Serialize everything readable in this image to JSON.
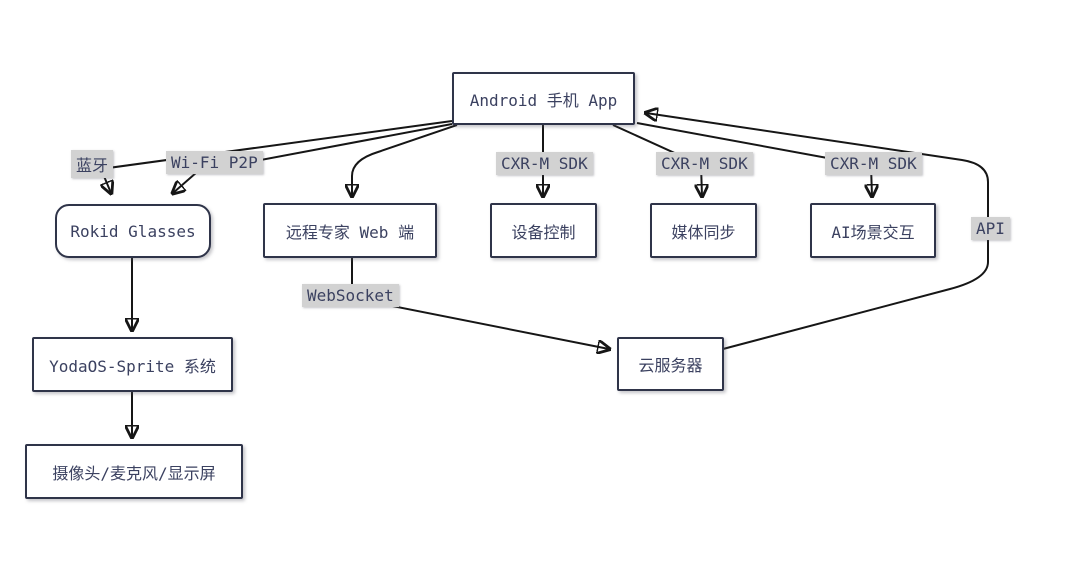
{
  "diagram": {
    "title": "Rokid Glasses Android App architecture flowchart",
    "colors": {
      "background": "#ffffff",
      "node_border": "#2f3449",
      "node_fill": "#ffffff",
      "node_text": "#3b4160",
      "edge_line": "#161616",
      "edge_label_bg": "#d2d2d2",
      "edge_label_text": "#3b4160"
    },
    "nodes": [
      {
        "id": "android-app",
        "label": "Android 手机 App"
      },
      {
        "id": "rokid-glasses",
        "label": "Rokid Glasses"
      },
      {
        "id": "remote-expert-web",
        "label": "远程专家 Web 端"
      },
      {
        "id": "device-control",
        "label": "设备控制"
      },
      {
        "id": "media-sync",
        "label": "媒体同步"
      },
      {
        "id": "ai-scene",
        "label": "AI场景交互"
      },
      {
        "id": "yodaos-sprite",
        "label": "YodaOS-Sprite 系统"
      },
      {
        "id": "camera-mic-display",
        "label": "摄像头/麦克风/显示屏"
      },
      {
        "id": "cloud-server",
        "label": "云服务器"
      }
    ],
    "edge_labels": [
      {
        "id": "bluetooth",
        "text": "蓝牙"
      },
      {
        "id": "wifi-p2p",
        "text": "Wi-Fi P2P"
      },
      {
        "id": "cxr-m-sdk-1",
        "text": "CXR-M SDK"
      },
      {
        "id": "cxr-m-sdk-2",
        "text": "CXR-M SDK"
      },
      {
        "id": "cxr-m-sdk-3",
        "text": "CXR-M SDK"
      },
      {
        "id": "websocket",
        "text": "WebSocket"
      },
      {
        "id": "api",
        "text": "API"
      }
    ],
    "edges": [
      {
        "from": "android-app",
        "to": "rokid-glasses",
        "label": "蓝牙"
      },
      {
        "from": "android-app",
        "to": "rokid-glasses",
        "label": "Wi-Fi P2P"
      },
      {
        "from": "android-app",
        "to": "remote-expert-web",
        "label": ""
      },
      {
        "from": "android-app",
        "to": "device-control",
        "label": "CXR-M SDK"
      },
      {
        "from": "android-app",
        "to": "media-sync",
        "label": "CXR-M SDK"
      },
      {
        "from": "android-app",
        "to": "ai-scene",
        "label": "CXR-M SDK"
      },
      {
        "from": "rokid-glasses",
        "to": "yodaos-sprite",
        "label": ""
      },
      {
        "from": "yodaos-sprite",
        "to": "camera-mic-display",
        "label": ""
      },
      {
        "from": "remote-expert-web",
        "to": "cloud-server",
        "label": "WebSocket"
      },
      {
        "from": "cloud-server",
        "to": "android-app",
        "label": "API"
      }
    ]
  }
}
